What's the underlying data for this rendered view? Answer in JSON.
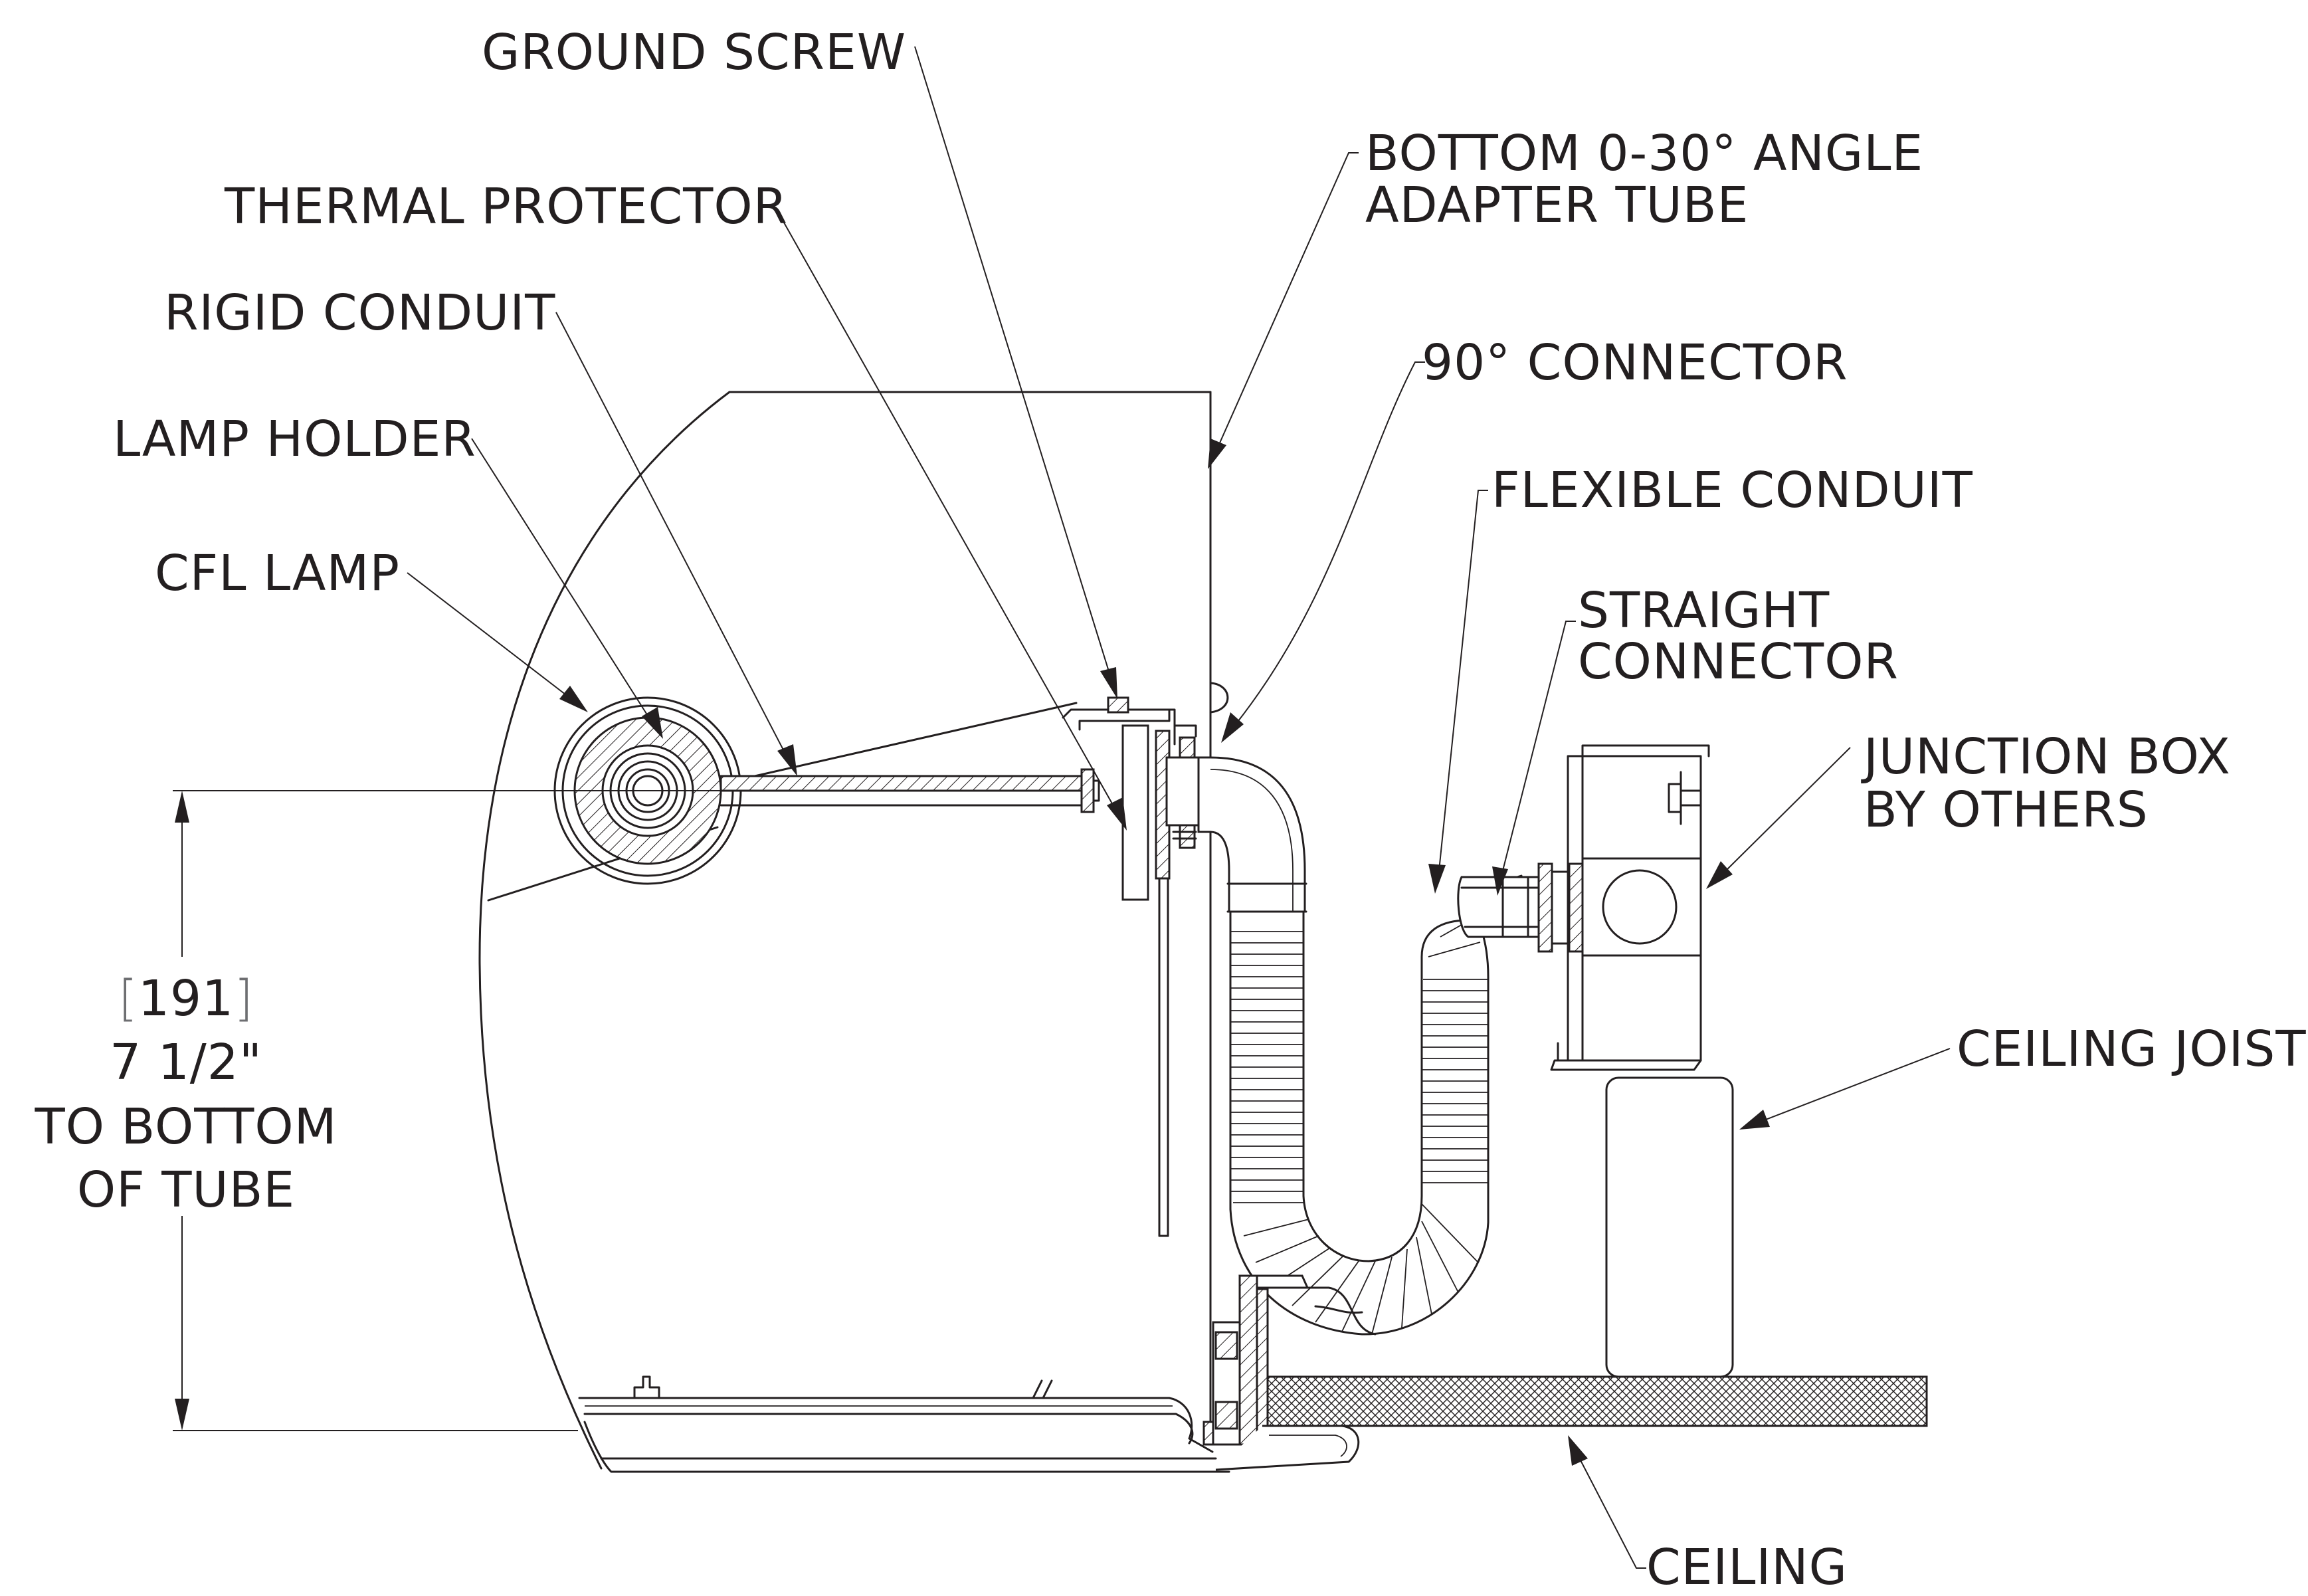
{
  "labels": {
    "ground_screw": "GROUND SCREW",
    "bottom_adapter_line1": "BOTTOM 0-30° ANGLE",
    "bottom_adapter_line2": "ADAPTER TUBE",
    "thermal_protector": "THERMAL PROTECTOR",
    "rigid_conduit": "RIGID CONDUIT",
    "connector_90": "90° CONNECTOR",
    "lamp_holder": "LAMP HOLDER",
    "flexible_conduit": "FLEXIBLE CONDUIT",
    "cfl_lamp": "CFL LAMP",
    "straight_connector_line1": "STRAIGHT",
    "straight_connector_line2": "CONNECTOR",
    "junction_box_line1": "JUNCTION BOX",
    "junction_box_line2": "BY OTHERS",
    "ceiling_joist": "CEILING JOIST",
    "ceiling": "CEILING"
  },
  "dimension": {
    "metric": "191",
    "imperial": "7 1/2\"",
    "note_line1": "TO BOTTOM",
    "note_line2": "OF TUBE"
  },
  "colors": {
    "line": "#231f20",
    "background": "#ffffff"
  }
}
